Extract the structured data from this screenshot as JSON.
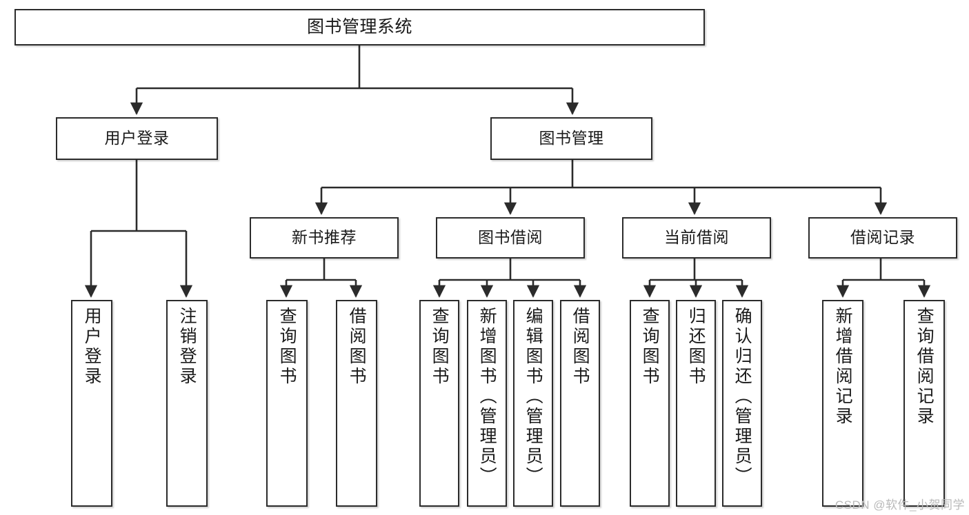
{
  "diagram": {
    "title": "图书管理系统",
    "type": "tree-hierarchy-chart",
    "watermark": "CSDN @软件_小贺同学",
    "stroke_color": "#2b2b2b",
    "text_color": "#1a1a1a",
    "background_color": "#ffffff",
    "root": {
      "label": "图书管理系统"
    },
    "level2": [
      {
        "label": "用户登录"
      },
      {
        "label": "图书管理"
      }
    ],
    "level3": [
      {
        "label": "新书推荐"
      },
      {
        "label": "图书借阅"
      },
      {
        "label": "当前借阅"
      },
      {
        "label": "借阅记录"
      }
    ],
    "leaves": [
      {
        "label": "用户登录",
        "parent": "用户登录"
      },
      {
        "label": "注销登录",
        "parent": "用户登录"
      },
      {
        "label": "查询图书",
        "parent": "新书推荐"
      },
      {
        "label": "借阅图书",
        "parent": "新书推荐"
      },
      {
        "label": "查询图书",
        "parent": "图书借阅"
      },
      {
        "label": "新增图书（管理员）",
        "parent": "图书借阅"
      },
      {
        "label": "编辑图书（管理员）",
        "parent": "图书借阅"
      },
      {
        "label": "借阅图书",
        "parent": "图书借阅"
      },
      {
        "label": "查询图书",
        "parent": "当前借阅"
      },
      {
        "label": "归还图书",
        "parent": "当前借阅"
      },
      {
        "label": "确认归还（管理员）",
        "parent": "当前借阅"
      },
      {
        "label": "新增借阅记录",
        "parent": "借阅记录"
      },
      {
        "label": "查询借阅记录",
        "parent": "借阅记录"
      }
    ]
  }
}
